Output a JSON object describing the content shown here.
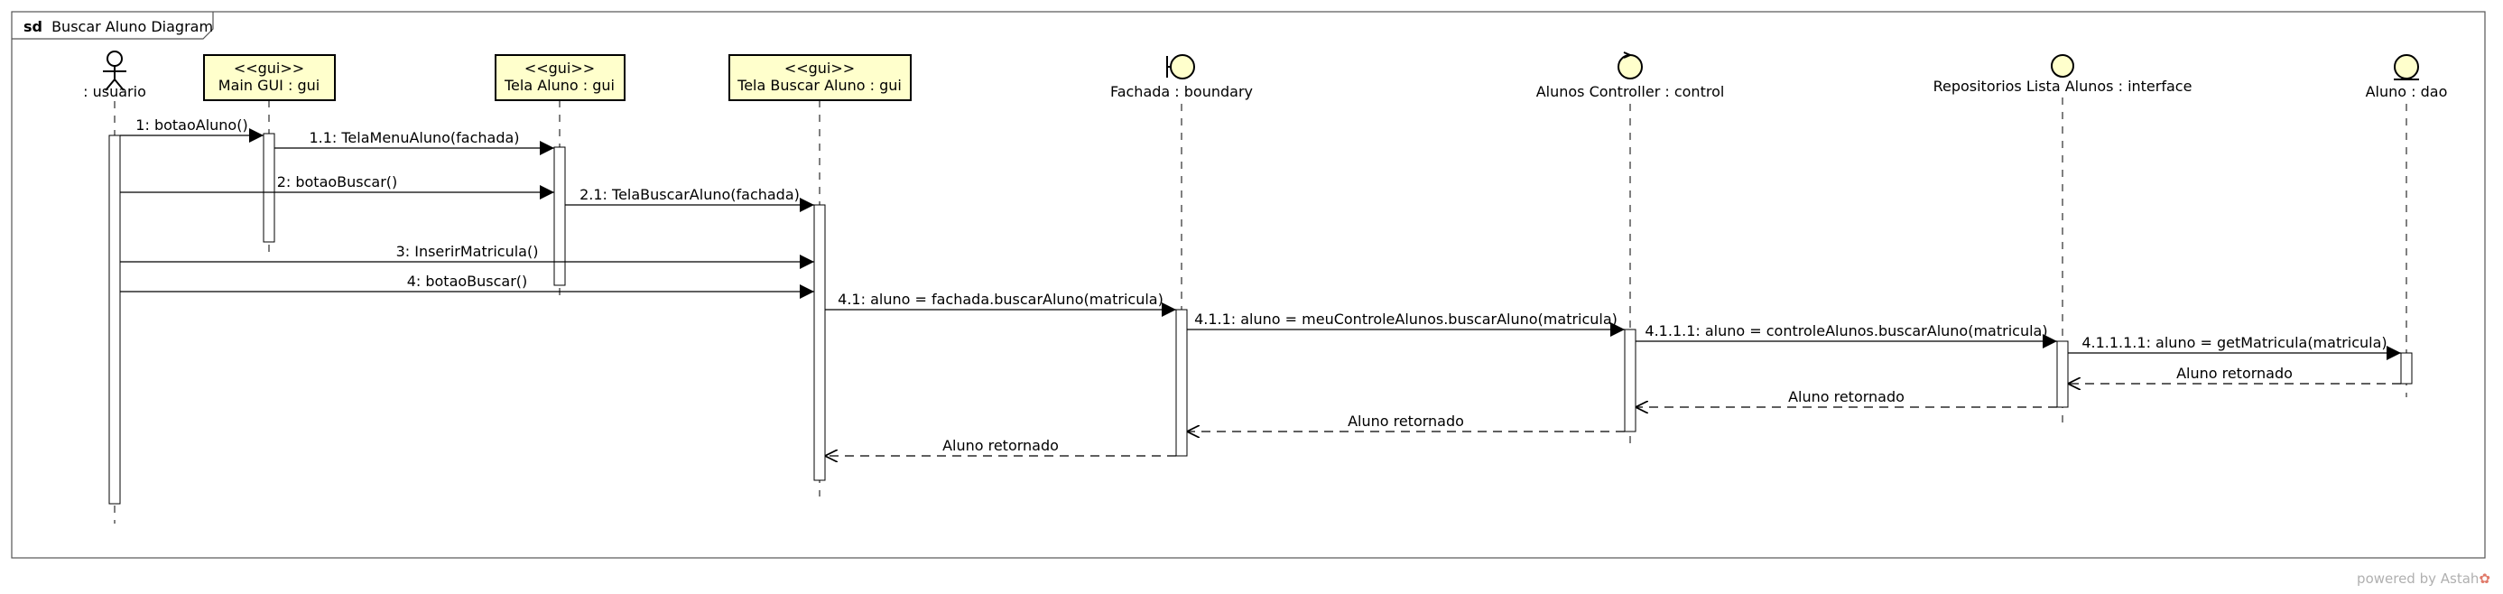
{
  "frame": {
    "keyword": "sd",
    "title": "Buscar Aluno Diagram"
  },
  "watermark": {
    "text": "powered by Astah"
  },
  "colors": {
    "gui_box_fill": "#ffffcc",
    "icon_fill": "#ffffcc",
    "line": "#000000",
    "frame_border": "#555555"
  },
  "participants": [
    {
      "id": "usuario",
      "kind": "actor",
      "icon": "actor-icon",
      "label": ": usuario"
    },
    {
      "id": "main_gui",
      "kind": "box",
      "stereotype": "<<gui>>",
      "label": "Main GUI : gui"
    },
    {
      "id": "tela_aluno",
      "kind": "box",
      "stereotype": "<<gui>>",
      "label": "Tela Aluno : gui"
    },
    {
      "id": "tela_buscar",
      "kind": "box",
      "stereotype": "<<gui>>",
      "label": "Tela Buscar Aluno : gui"
    },
    {
      "id": "fachada",
      "kind": "boundary",
      "icon": "boundary-icon",
      "label": "Fachada : boundary"
    },
    {
      "id": "alunos_controller",
      "kind": "control",
      "icon": "control-icon",
      "label": "Alunos Controller : control"
    },
    {
      "id": "repositorios",
      "kind": "interface",
      "icon": "interface-icon",
      "label": "Repositorios Lista Alunos : interface"
    },
    {
      "id": "aluno_dao",
      "kind": "entity",
      "icon": "entity-icon",
      "label": "Aluno : dao"
    }
  ],
  "messages": [
    {
      "from": "usuario",
      "to": "main_gui",
      "label": "1: botaoAluno()",
      "type": "sync"
    },
    {
      "from": "main_gui",
      "to": "tela_aluno",
      "label": "1.1: TelaMenuAluno(fachada)",
      "type": "sync"
    },
    {
      "from": "usuario",
      "to": "tela_aluno",
      "label": "2: botaoBuscar()",
      "type": "sync"
    },
    {
      "from": "tela_aluno",
      "to": "tela_buscar",
      "label": "2.1: TelaBuscarAluno(fachada)",
      "type": "sync"
    },
    {
      "from": "usuario",
      "to": "tela_buscar",
      "label": "3: InserirMatricula()",
      "type": "sync"
    },
    {
      "from": "usuario",
      "to": "tela_buscar",
      "label": "4: botaoBuscar()",
      "type": "sync"
    },
    {
      "from": "tela_buscar",
      "to": "fachada",
      "label": "4.1: aluno = fachada.buscarAluno(matricula)",
      "type": "sync"
    },
    {
      "from": "fachada",
      "to": "alunos_controller",
      "label": "4.1.1: aluno = meuControleAlunos.buscarAluno(matricula)",
      "type": "sync"
    },
    {
      "from": "alunos_controller",
      "to": "repositorios",
      "label": "4.1.1.1: aluno = controleAlunos.buscarAluno(matricula)",
      "type": "sync"
    },
    {
      "from": "repositorios",
      "to": "aluno_dao",
      "label": "4.1.1.1.1: aluno = getMatricula(matricula)",
      "type": "sync"
    },
    {
      "from": "aluno_dao",
      "to": "repositorios",
      "label": "Aluno retornado",
      "type": "return"
    },
    {
      "from": "repositorios",
      "to": "alunos_controller",
      "label": "Aluno retornado",
      "type": "return"
    },
    {
      "from": "alunos_controller",
      "to": "fachada",
      "label": "Aluno retornado",
      "type": "return"
    },
    {
      "from": "fachada",
      "to": "tela_buscar",
      "label": "Aluno retornado",
      "type": "return"
    }
  ]
}
